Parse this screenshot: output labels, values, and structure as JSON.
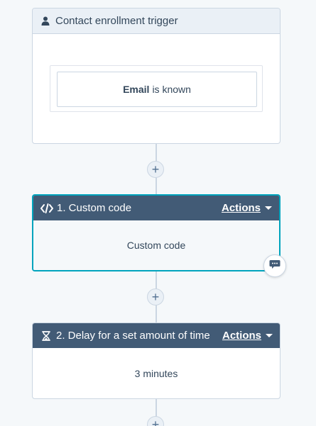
{
  "trigger": {
    "icon": "contact-person-icon",
    "title": "Contact enrollment trigger",
    "filter": {
      "property": "Email",
      "operator": "is known"
    }
  },
  "connectors": {
    "add_symbol": "+"
  },
  "actions": [
    {
      "number": "1.",
      "icon": "code-icon",
      "title": "1. Custom code",
      "menu_label": "Actions",
      "body": "Custom code",
      "selected": true
    },
    {
      "number": "2.",
      "icon": "hourglass-icon",
      "title": "2. Delay for a set amount of time",
      "menu_label": "Actions",
      "body": "3 minutes",
      "selected": false
    }
  ],
  "colors": {
    "header_dark": "#425b76",
    "selected_border": "#00a4bd",
    "canvas_bg": "#f5f8fa",
    "trigger_header_bg": "#eaf0f6"
  }
}
